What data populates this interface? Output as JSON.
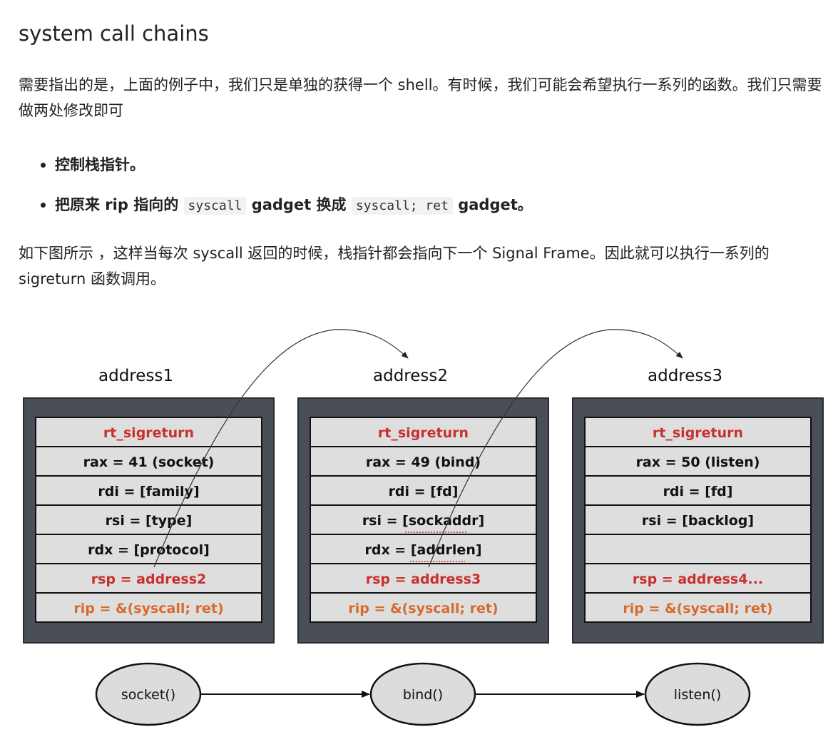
{
  "heading": "system call chains",
  "paragraph1": "需要指出的是，上面的例子中，我们只是单独的获得一个 shell。有时候，我们可能会希望执行一系列的函数。我们只需要做两处修改即可",
  "bullets": [
    {
      "text": "控制栈指针。"
    },
    {
      "pre": "把原来 rip 指向的 ",
      "code1": "syscall",
      "mid": " gadget 换成 ",
      "code2": "syscall; ret",
      "post": " gadget。"
    }
  ],
  "paragraph2": "如下图所示 ，这样当每次 syscall 返回的时候，栈指针都会指向下一个 Signal Frame。因此就可以执行一系列的 sigreturn 函数调用。",
  "diagram": {
    "frames": [
      {
        "address": "address1",
        "rows": [
          "rt_sigreturn",
          "rax = 41 (socket)",
          "rdi = [family]",
          "rsi = [type]",
          "rdx = [protocol]",
          "rsp = address2",
          "rip = &(syscall; ret)"
        ],
        "call": "socket()"
      },
      {
        "address": "address2",
        "rows": [
          "rt_sigreturn",
          "rax = 49 (bind)",
          "rdi = [fd]",
          "rsi = [sockaddr]",
          "rdx = [addrlen]",
          "rsp = address3",
          "rip = &(syscall; ret)"
        ],
        "call": "bind()"
      },
      {
        "address": "address3",
        "rows": [
          "rt_sigreturn",
          "rax = 50 (listen)",
          "rdi = [fd]",
          "rsi = [backlog]",
          "",
          "rsp = address4...",
          "rip = &(syscall; ret)"
        ],
        "call": "listen()"
      }
    ],
    "colors": {
      "red": "#c8302e",
      "orange": "#d86a2c",
      "frame_bg": "#4a4e57",
      "cell_bg": "#dedede"
    }
  }
}
